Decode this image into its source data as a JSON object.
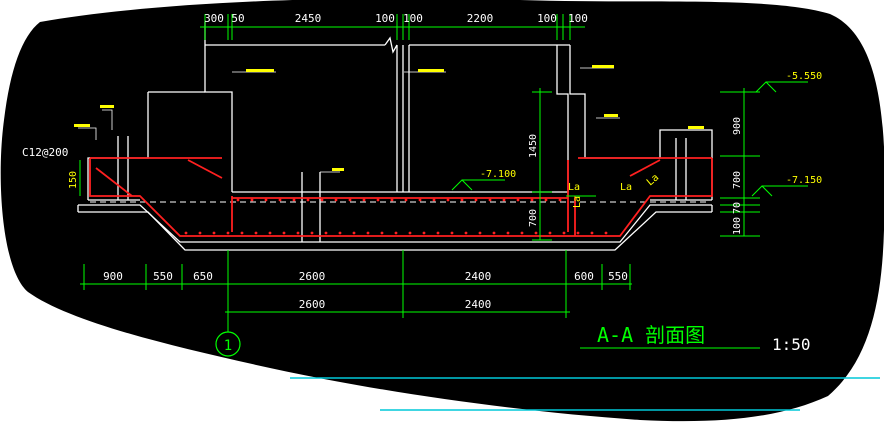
{
  "colors": {
    "background": "#000000",
    "paper": "#ffffff",
    "linework": "#ffffff",
    "dimension": "#00ff00",
    "rebar": "#ff2020",
    "label": "#ffff00",
    "cyan": "#00c8d8"
  },
  "top_dims": [
    "300",
    "50",
    "2450",
    "100",
    "100",
    "2200",
    "100",
    "100"
  ],
  "bottom_dims_row1": [
    "900",
    "550",
    "650",
    "2600",
    "2400",
    "600",
    "550"
  ],
  "bottom_dims_row2": [
    "2600",
    "2400"
  ],
  "right_dims": [
    "900",
    "700",
    "70",
    "100"
  ],
  "left_dims": [
    "150"
  ],
  "inner_dims": [
    "1450",
    "700"
  ],
  "levels": [
    "-5.550",
    "-7.100",
    "-7.150"
  ],
  "rebar_note": "C12@200",
  "anchorage_labels": [
    "La",
    "La",
    "La",
    "La"
  ],
  "grid_bubble": "1",
  "title": "A-A 剖面图",
  "scale": "1:50"
}
